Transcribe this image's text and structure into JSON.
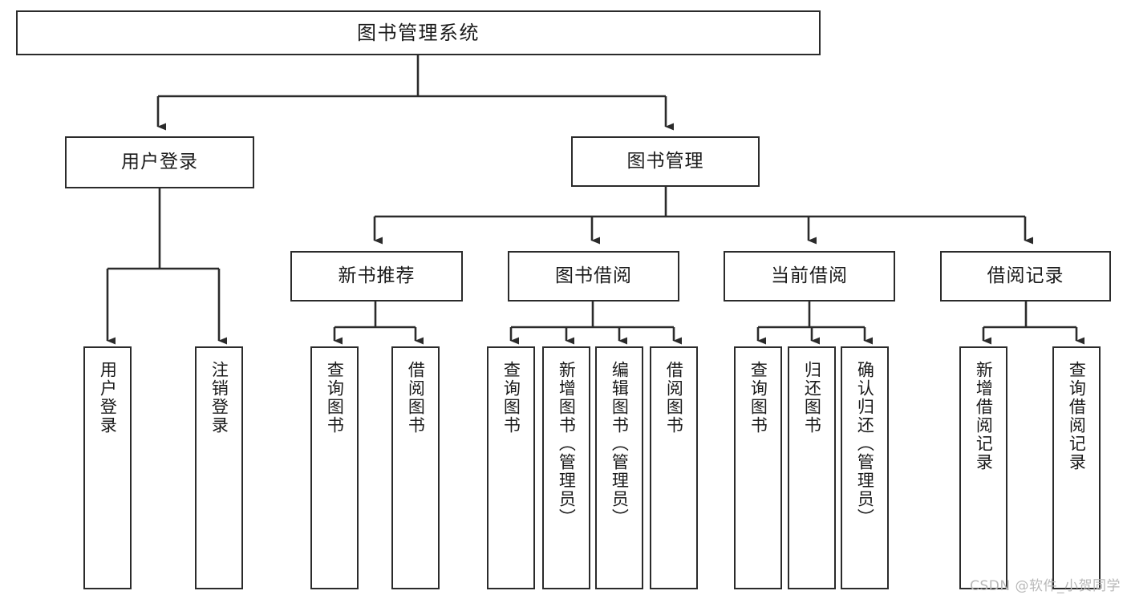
{
  "diagram": {
    "title": "图书管理系统",
    "type": "tree-hierarchy-diagram",
    "watermark": "CSDN @软件_小贺同学",
    "colors": {
      "box_border": "#2b2b2b",
      "box_fill": "#ffffff",
      "edge": "#2b2b2b",
      "text": "#1a1a1a",
      "watermark": "#b8b8b8",
      "background": "#ffffff"
    },
    "nodes": {
      "root": {
        "label": "图书管理系统"
      },
      "level1": [
        {
          "id": "user-login",
          "label": "用户登录"
        },
        {
          "id": "book-manage",
          "label": "图书管理"
        }
      ],
      "level2": [
        {
          "id": "new-book-recommend",
          "label": "新书推荐"
        },
        {
          "id": "book-borrow",
          "label": "图书借阅"
        },
        {
          "id": "current-borrow",
          "label": "当前借阅"
        },
        {
          "id": "borrow-record",
          "label": "借阅记录"
        }
      ],
      "leaves": {
        "user-login": [
          {
            "id": "leaf-user-login",
            "label": "用户登录"
          },
          {
            "id": "leaf-user-logout",
            "label": "注销登录"
          }
        ],
        "new-book-recommend": [
          {
            "id": "leaf-query-book-1",
            "label": "查询图书"
          },
          {
            "id": "leaf-borrow-book-1",
            "label": "借阅图书"
          }
        ],
        "book-borrow": [
          {
            "id": "leaf-query-book-2",
            "label": "查询图书"
          },
          {
            "id": "leaf-add-book",
            "label": "新增图书（管理员）"
          },
          {
            "id": "leaf-edit-book",
            "label": "编辑图书（管理员）"
          },
          {
            "id": "leaf-borrow-book-2",
            "label": "借阅图书"
          }
        ],
        "current-borrow": [
          {
            "id": "leaf-query-book-3",
            "label": "查询图书"
          },
          {
            "id": "leaf-return-book",
            "label": "归还图书"
          },
          {
            "id": "leaf-confirm-return",
            "label": "确认归还（管理员）"
          }
        ],
        "borrow-record": [
          {
            "id": "leaf-add-record",
            "label": "新增借阅记录"
          },
          {
            "id": "leaf-query-record",
            "label": "查询借阅记录"
          }
        ]
      }
    }
  }
}
